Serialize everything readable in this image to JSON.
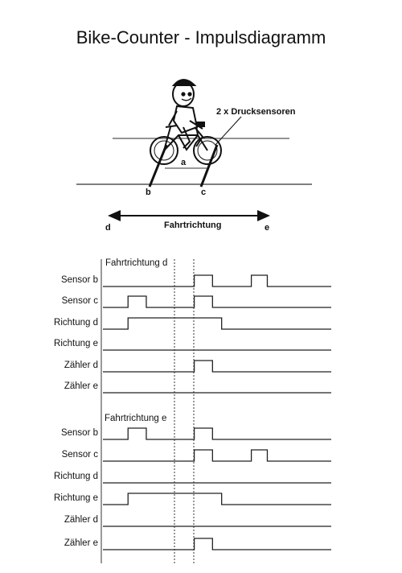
{
  "title": "Bike-Counter - Impulsdiagramm",
  "illustration": {
    "sensor_label": "2 x Drucksensoren",
    "distance_label": "a",
    "sensor_b_label": "b",
    "sensor_c_label": "c",
    "direction_left": "d",
    "direction_right": "e",
    "direction_label": "Fahrtrichtung"
  },
  "panels": [
    {
      "caption": "Fahrtrichtung d",
      "rows": [
        {
          "label": "Sensor b",
          "pulses": [
            [
              0.4,
              0.48
            ],
            [
              0.65,
              0.72
            ]
          ]
        },
        {
          "label": "Sensor c",
          "pulses": [
            [
              0.11,
              0.19
            ],
            [
              0.4,
              0.48
            ]
          ]
        },
        {
          "label": "Richtung d",
          "pulses": [
            [
              0.11,
              0.52
            ]
          ]
        },
        {
          "label": "Richtung e",
          "pulses": []
        },
        {
          "label": "Zähler d",
          "pulses": [
            [
              0.4,
              0.48
            ]
          ]
        },
        {
          "label": "Zähler e",
          "pulses": []
        }
      ]
    },
    {
      "caption": "Fahrtrichtung e",
      "rows": [
        {
          "label": "Sensor b",
          "pulses": [
            [
              0.11,
              0.19
            ],
            [
              0.4,
              0.48
            ]
          ]
        },
        {
          "label": "Sensor c",
          "pulses": [
            [
              0.4,
              0.48
            ],
            [
              0.65,
              0.72
            ]
          ]
        },
        {
          "label": "Richtung d",
          "pulses": []
        },
        {
          "label": "Richtung e",
          "pulses": [
            [
              0.11,
              0.52
            ]
          ]
        },
        {
          "label": "Zähler d",
          "pulses": []
        },
        {
          "label": "Zähler e",
          "pulses": [
            [
              0.4,
              0.48
            ]
          ]
        }
      ]
    }
  ]
}
